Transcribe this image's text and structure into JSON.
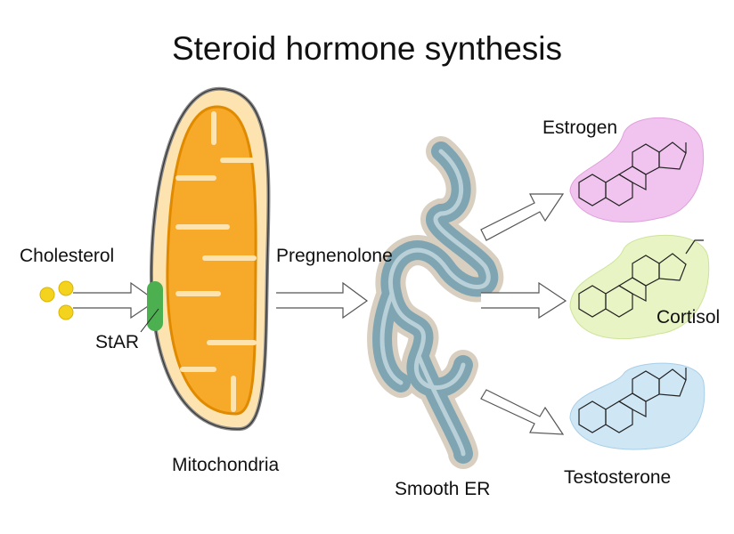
{
  "title": "Steroid hormone synthesis",
  "labels": {
    "cholesterol": "Cholesterol",
    "star": "StAR",
    "mitochondria": "Mitochondria",
    "pregnenolone": "Pregnenolone",
    "smooth_er": "Smooth ER",
    "estrogen": "Estrogen",
    "cortisol": "Cortisol",
    "testosterone": "Testosterone"
  },
  "colors": {
    "mito_fill": "#f7a92a",
    "mito_outer": "#fde3b0",
    "star": "#4caf50",
    "er_fill": "#7fa5b3",
    "er_outer": "#d8cfc0",
    "estrogen_bg": "#f1c4ef",
    "cortisol_bg": "#e8f4c4",
    "testosterone_bg": "#cfe6f5",
    "cholesterol": "#f4d31f"
  }
}
